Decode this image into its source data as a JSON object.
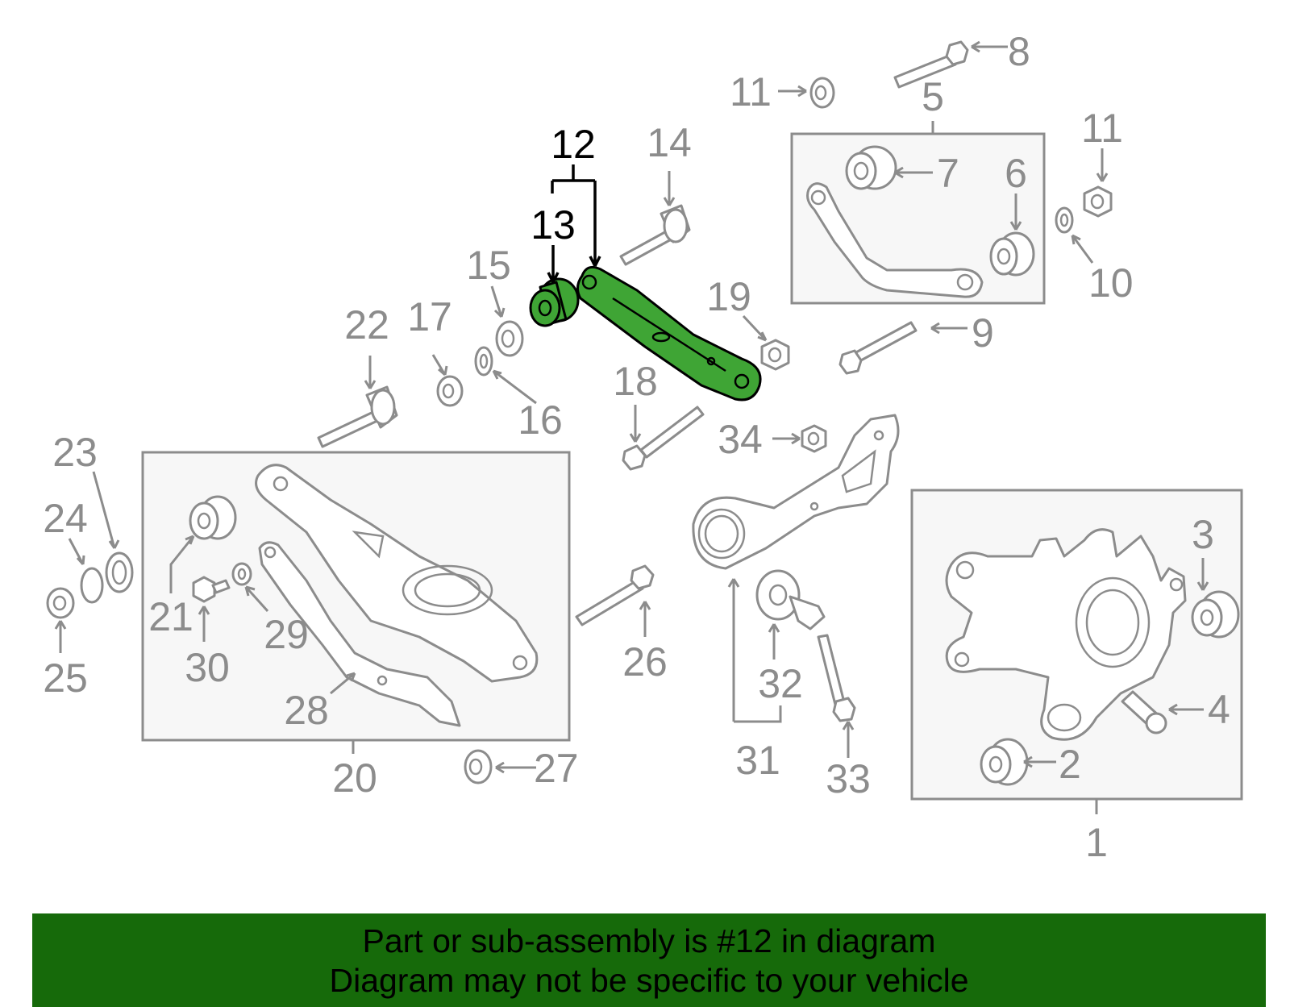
{
  "diagram": {
    "highlighted_part": "12",
    "colors": {
      "highlight_fill": "#3fa535",
      "banner_bg": "#166a0a",
      "line_gray": "#8c8c8c",
      "box_fill": "#f7f7f7"
    },
    "labels": [
      {
        "n": "1"
      },
      {
        "n": "2"
      },
      {
        "n": "3"
      },
      {
        "n": "4"
      },
      {
        "n": "5"
      },
      {
        "n": "6"
      },
      {
        "n": "7"
      },
      {
        "n": "8"
      },
      {
        "n": "9"
      },
      {
        "n": "10"
      },
      {
        "n": "11"
      },
      {
        "n": "11"
      },
      {
        "n": "12"
      },
      {
        "n": "13"
      },
      {
        "n": "14"
      },
      {
        "n": "15"
      },
      {
        "n": "16"
      },
      {
        "n": "17"
      },
      {
        "n": "18"
      },
      {
        "n": "19"
      },
      {
        "n": "20"
      },
      {
        "n": "21"
      },
      {
        "n": "22"
      },
      {
        "n": "23"
      },
      {
        "n": "24"
      },
      {
        "n": "25"
      },
      {
        "n": "26"
      },
      {
        "n": "27"
      },
      {
        "n": "28"
      },
      {
        "n": "29"
      },
      {
        "n": "30"
      },
      {
        "n": "31"
      },
      {
        "n": "32"
      },
      {
        "n": "33"
      },
      {
        "n": "34"
      }
    ]
  },
  "banner": {
    "line1": "Part or sub-assembly is #12 in diagram",
    "line2": "Diagram may not be specific to your vehicle"
  }
}
